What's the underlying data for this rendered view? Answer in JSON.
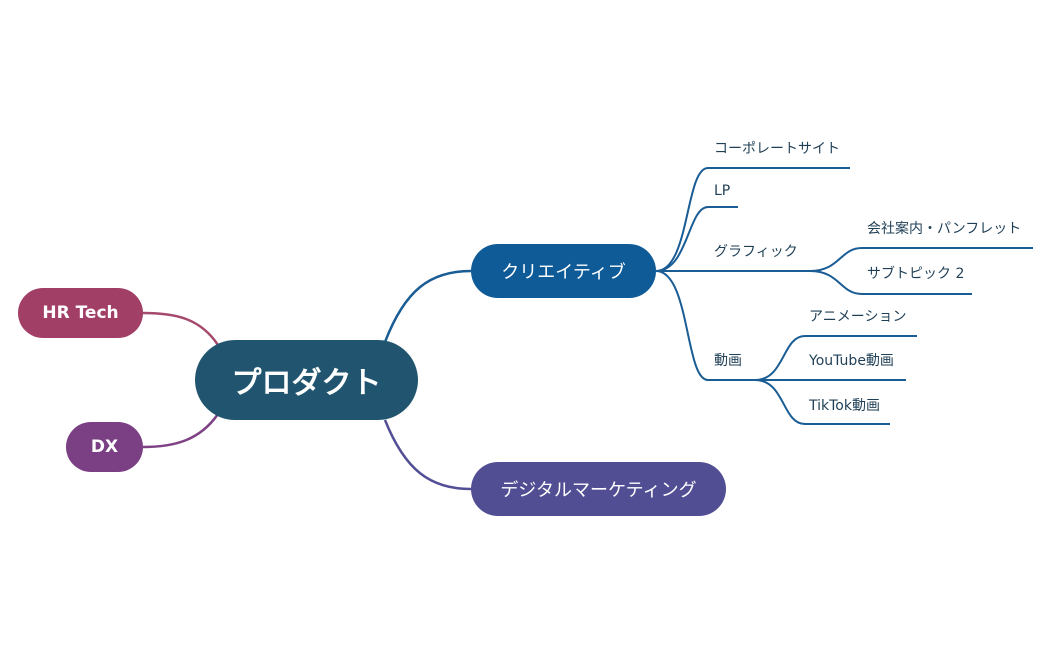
{
  "colors": {
    "central": "#21556F",
    "creative": "#0F5B98",
    "digital": "#524E94",
    "hr_tech": "#A23F67",
    "dx": "#7B3F84",
    "leaf_text": "#1F3F56",
    "creative_line": "#1A5C94",
    "digital_line": "#534F96",
    "hr_line": "#A54A6E",
    "dx_line": "#7E4284"
  },
  "central": {
    "label": "プロダクト"
  },
  "left_topics": {
    "hr_tech": {
      "label": "HR Tech"
    },
    "dx": {
      "label": "DX"
    }
  },
  "creative": {
    "label": "クリエイティブ",
    "children": {
      "corporate_site": {
        "label": "コーポレートサイト"
      },
      "lp": {
        "label": "LP"
      },
      "graphic": {
        "label": "グラフィック",
        "children": {
          "pamphlet": {
            "label": "会社案内・パンフレット"
          },
          "subtopic2": {
            "label": "サブトピック 2"
          }
        }
      },
      "video": {
        "label": "動画",
        "children": {
          "animation": {
            "label": "アニメーション"
          },
          "youtube": {
            "label": "YouTube動画"
          },
          "tiktok": {
            "label": "TikTok動画"
          }
        }
      }
    }
  },
  "digital_marketing": {
    "label": "デジタルマーケティング"
  }
}
